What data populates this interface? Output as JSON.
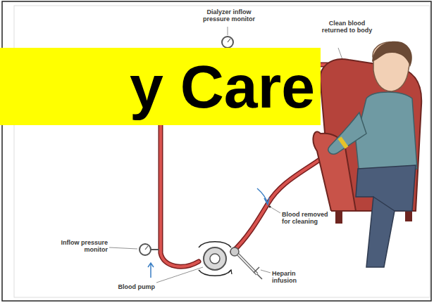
{
  "diagram": {
    "nodes": [
      {
        "text": [
          "y Care"
        ]
      }
    ],
    "labels": [
      "Dialyzer inflow pressure monitor",
      "Clean blood returned to body",
      "Inflow pressure monitor",
      "Blood removed for cleaning",
      "Blood pump",
      "Heparin infusion"
    ]
  }
}
